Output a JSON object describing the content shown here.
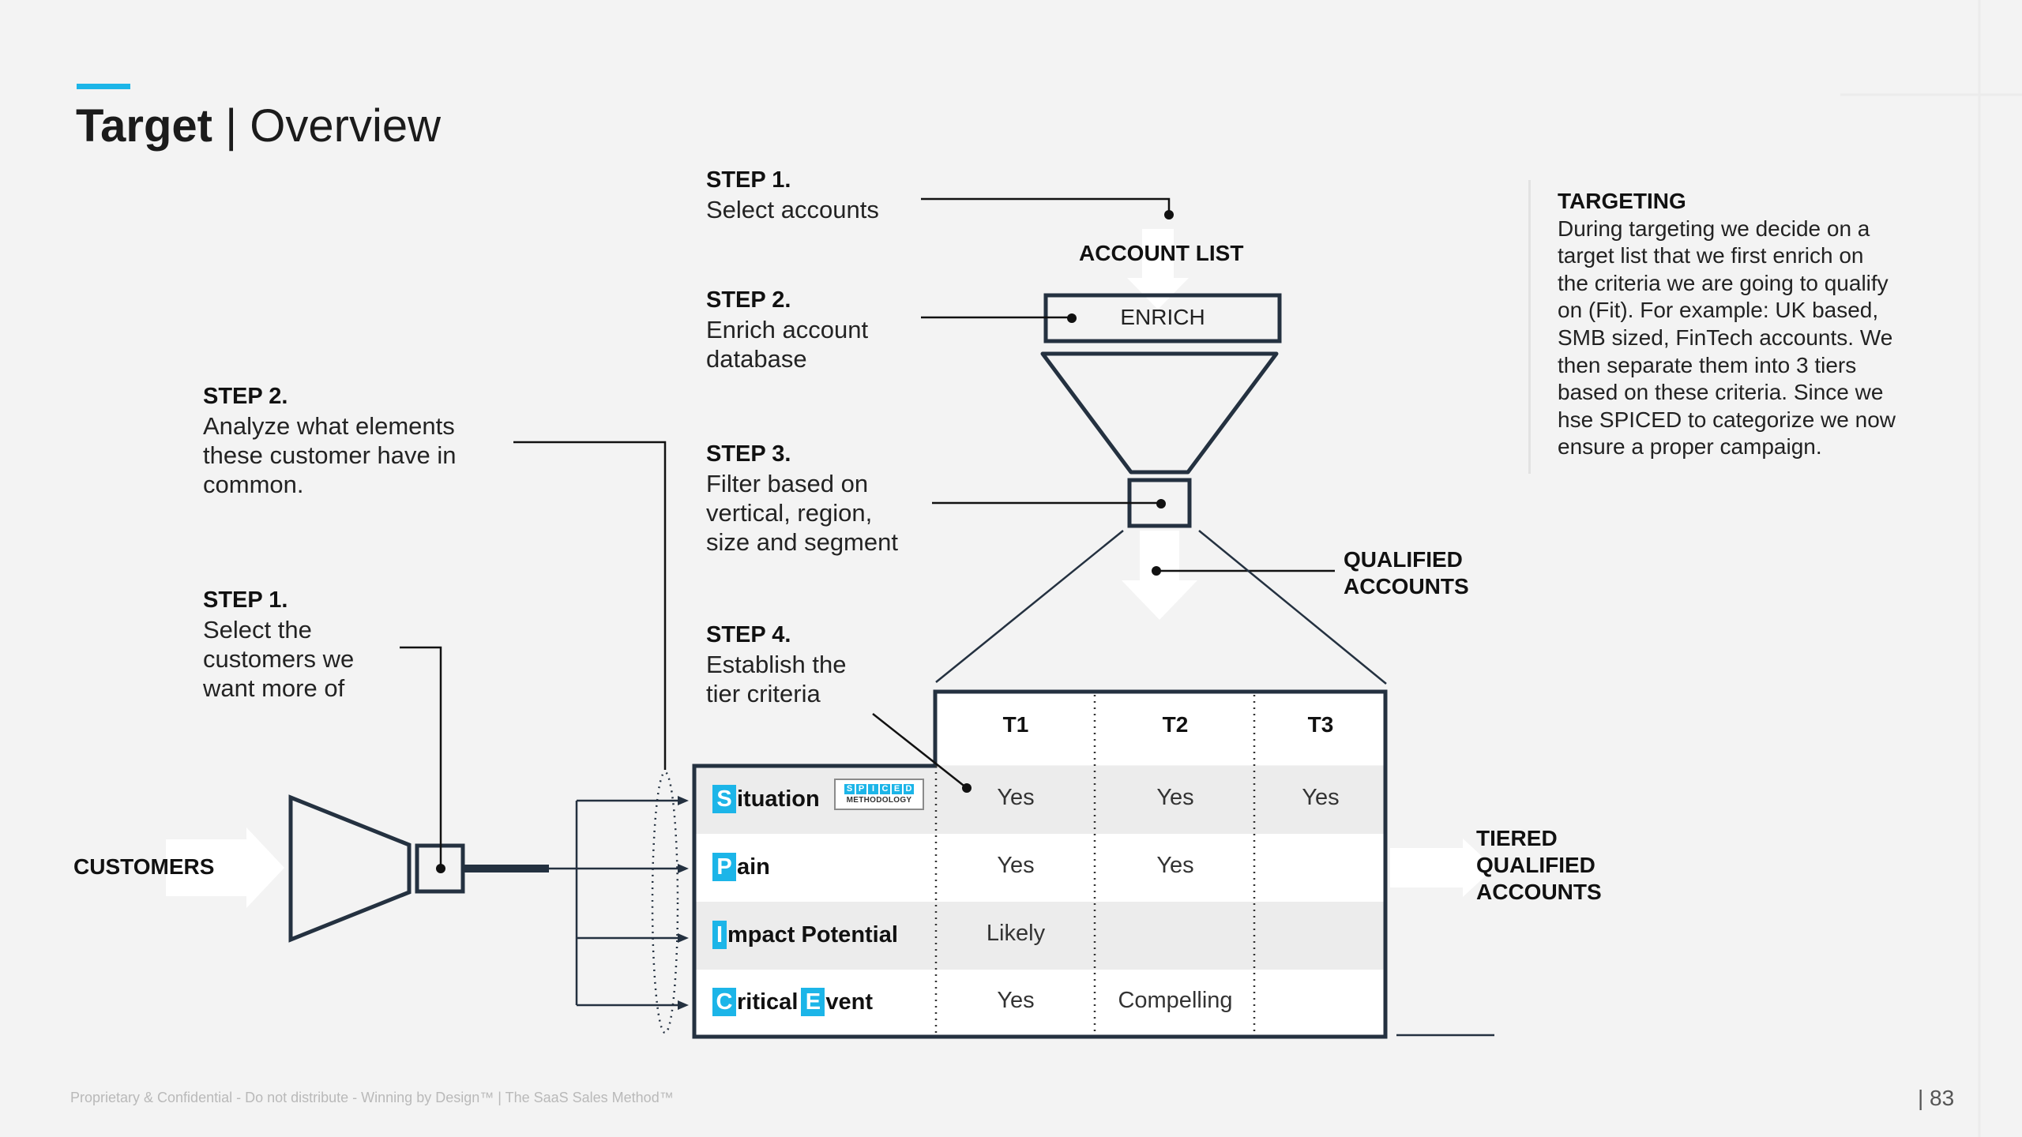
{
  "header": {
    "title_bold": "Target",
    "title_sep": "|",
    "title_light": "Overview"
  },
  "left_steps": {
    "step2": {
      "heading": "STEP 2.",
      "lines": [
        "Analyze what elements",
        "these customer have in",
        "common."
      ]
    },
    "step1": {
      "heading": "STEP 1.",
      "lines": [
        "Select the",
        "customers we",
        "want more of"
      ]
    }
  },
  "center_steps": {
    "step1": {
      "heading": "STEP 1.",
      "lines": [
        "Select accounts"
      ]
    },
    "step2": {
      "heading": "STEP 2.",
      "lines": [
        "Enrich account",
        "database"
      ]
    },
    "step3": {
      "heading": "STEP 3.",
      "lines": [
        "Filter based on",
        "vertical, region,",
        "size and segment"
      ]
    },
    "step4": {
      "heading": "STEP 4.",
      "lines": [
        "Establish the",
        "tier criteria"
      ]
    }
  },
  "labels": {
    "customers": "CUSTOMERS",
    "account_list": "ACCOUNT LIST",
    "enrich": "ENRICH",
    "qualified": [
      "QUALIFIED",
      "ACCOUNTS"
    ],
    "tiered": [
      "TIERED",
      "QUALIFIED",
      "ACCOUNTS"
    ]
  },
  "targeting": {
    "heading": "TARGETING",
    "lines": [
      "During targeting we decide on a",
      "target list that we first enrich on",
      "the criteria we are going to qualify",
      "on (Fit).  For example: UK based,",
      "SMB sized, FinTech accounts.  We",
      "then separate  them into 3 tiers",
      "based on these criteria.  Since we",
      "hse SPICED to categorize we now",
      "ensure a proper campaign."
    ]
  },
  "spiced_badge": {
    "letters": [
      "S",
      "P",
      "I",
      "C",
      "E",
      "D"
    ],
    "caption": "METHODOLOGY"
  },
  "table": {
    "columns": [
      "T1",
      "T2",
      "T3"
    ],
    "rows": [
      {
        "cap": "S",
        "rest": "ituation",
        "cells": [
          "Yes",
          "Yes",
          "Yes"
        ]
      },
      {
        "cap": "P",
        "rest": "ain",
        "cells": [
          "Yes",
          "Yes",
          ""
        ]
      },
      {
        "cap": "I",
        "rest": "mpact Potential",
        "cells": [
          "Likely",
          "",
          ""
        ]
      },
      {
        "cap": "C",
        "rest": "ritical ",
        "cap2": "E",
        "rest2": "vent",
        "cells": [
          "Yes",
          "Compelling",
          ""
        ]
      }
    ]
  },
  "footer": {
    "text": "Proprietary & Confidential - Do not distribute - Winning by Design™  |  The SaaS Sales Method™",
    "page": "| 83"
  },
  "colors": {
    "accent": "#1cb5e8",
    "stroke": "#243140",
    "arrow_fill": "#ffffff",
    "row_alt": "#ececec"
  }
}
